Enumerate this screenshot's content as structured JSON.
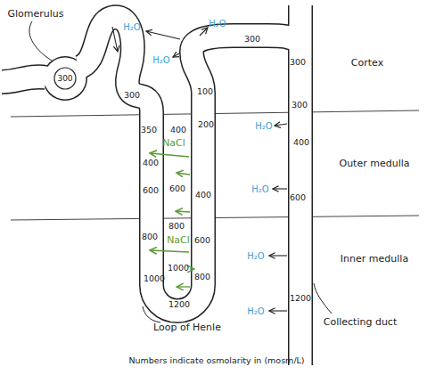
{
  "diagram": {
    "caption": "Numbers indicate osmolarity in (mosm/L)",
    "nodes": [
      {
        "text": [
          "300"
        ]
      }
    ],
    "labels": [
      "Glomerulus",
      "H₂O",
      "H₂O",
      "H₂O",
      "300",
      "300",
      "Cortex",
      "300",
      "100",
      "200",
      "300",
      "H₂O",
      "350",
      "400",
      "NaCl",
      "400",
      "Outer medulla",
      "400",
      "H₂O",
      "600",
      "600",
      "400",
      "600",
      "800",
      "800",
      "NaCl",
      "600",
      "Inner medulla",
      "H₂O",
      "1000",
      "800",
      "1000",
      "1200",
      "1200",
      "H₂O",
      "Loop of Henle",
      "Collecting duct"
    ]
  }
}
